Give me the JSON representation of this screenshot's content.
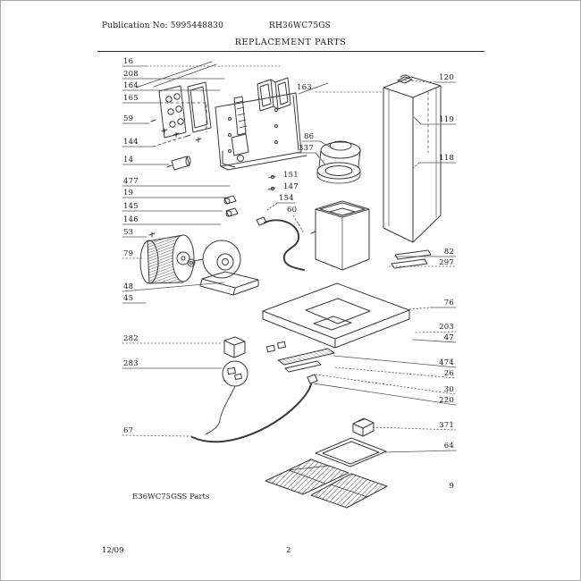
{
  "header": {
    "publication": "Publication No: 5995448830",
    "model": "RH36WC75GS",
    "title": "REPLACEMENT PARTS"
  },
  "diagram": {
    "caption": "E36WC75GSS Parts",
    "type": "exploded-parts-diagram",
    "subject": "range hood replacement parts"
  },
  "callouts": {
    "left": [
      "16",
      "208",
      "164",
      "165",
      "59",
      "144",
      "14",
      "477",
      "19",
      "145",
      "146",
      "53",
      "79",
      "48",
      "45",
      "282",
      "283",
      "67"
    ],
    "right": [
      "120",
      "119",
      "118",
      "82",
      "297",
      "76",
      "203",
      "47",
      "474",
      "26",
      "30",
      "220",
      "371",
      "64",
      "9"
    ],
    "center": [
      "163",
      "86",
      "337",
      "151",
      "147",
      "154",
      "60"
    ]
  },
  "footer": {
    "date": "12/09",
    "page": "2"
  },
  "colors": {
    "ink": "#1c1c1c",
    "line": "#3a3a3a",
    "leader": "#555555",
    "page_border": "#ababab"
  }
}
